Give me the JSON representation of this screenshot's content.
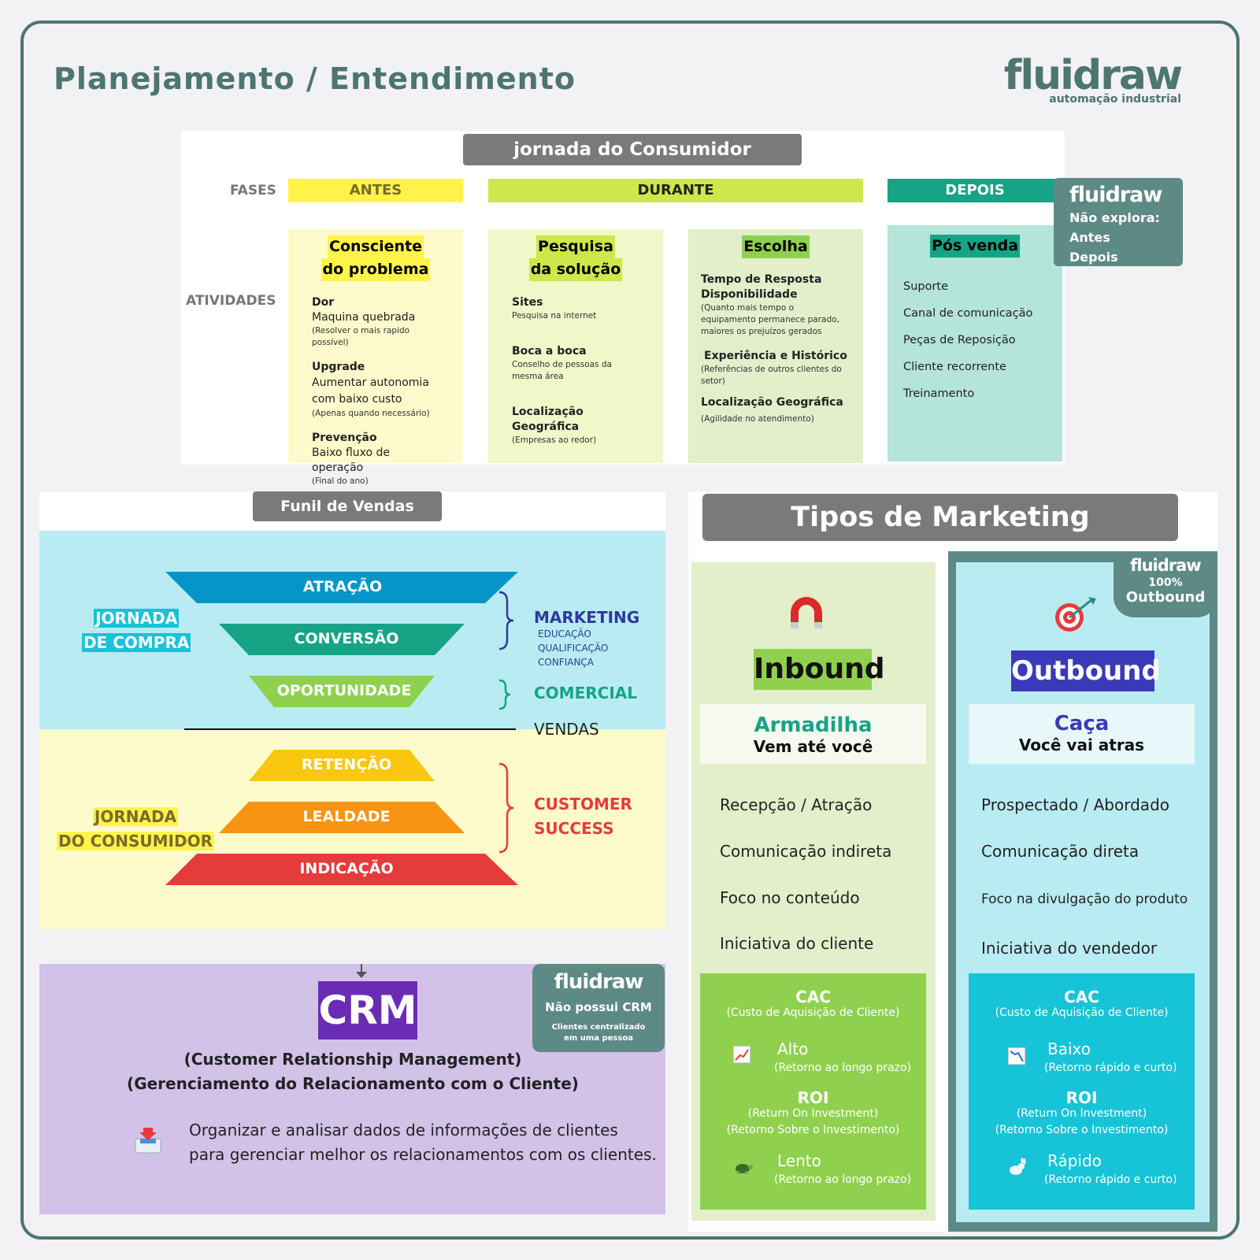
{
  "header": {
    "title": "Planejamento / Entendimento",
    "logo_word": "fluidraw",
    "logo_sub": "automação industrial"
  },
  "journey": {
    "title": "jornada do Consumidor",
    "fases_label": "FASES",
    "atividades_label": "ATIVIDADES",
    "phases": {
      "antes": "ANTES",
      "durante": "DURANTE",
      "depois": "DEPOIS"
    },
    "columns": [
      {
        "title1": "Consciente",
        "title2": "do problema",
        "items": [
          {
            "title": "Dor",
            "body": "Maquina quebrada",
            "note": "(Resolver o mais rapido possível)"
          },
          {
            "title": "Upgrade",
            "body": "Aumentar autonomia com baixo custo",
            "note": "(Apenas quando necessário)"
          },
          {
            "title": "Prevenção",
            "body": "Baixo fluxo de operação",
            "note": "(Final do ano)"
          }
        ]
      },
      {
        "title1": "Pesquisa",
        "title2": "da solução",
        "items": [
          {
            "title": "Sites",
            "body": "",
            "note": "Pesquisa na internet"
          },
          {
            "title": "Boca a boca",
            "body": "",
            "note": "Conselho de pessoas da mesma área"
          },
          {
            "title": "Localização Geográfica",
            "body": "",
            "note": "(Empresas ao redor)"
          }
        ]
      },
      {
        "title1": "Escolha",
        "title2": "",
        "items": [
          {
            "title": "Tempo de Resposta Disponibilidade",
            "body": "",
            "note": "(Quanto mais tempo o equipamento permanece parado, maiores os prejuízos gerados"
          },
          {
            "title": "Experiência e Histórico",
            "body": "",
            "note": "(Referências de outros clientes do setor)"
          },
          {
            "title": "Localização Geográfica",
            "body": "",
            "note": "(Agilidade no atendimento)"
          }
        ]
      },
      {
        "title1": "Pós venda",
        "title2": "",
        "items": [
          {
            "title": "",
            "body": "Suporte",
            "note": ""
          },
          {
            "title": "",
            "body": "Canal de comunicação",
            "note": ""
          },
          {
            "title": "",
            "body": "Peças de Reposição",
            "note": ""
          },
          {
            "title": "",
            "body": "Cliente recorrente",
            "note": ""
          },
          {
            "title": "",
            "body": "Treinamento",
            "note": ""
          }
        ]
      }
    ],
    "fluidraw_note": {
      "logo": "fluidraw",
      "line1": "Não explora:",
      "line2": "Antes",
      "line3": "Depois"
    }
  },
  "funnel": {
    "title": "Funil de Vendas",
    "jornada_compra": [
      "JORNADA",
      "DE COMPRA"
    ],
    "jornada_consumidor": [
      "JORNADA",
      "DO CONSUMIDOR"
    ],
    "stages": [
      "ATRAÇÃO",
      "CONVERSÃO",
      "OPORTUNIDADE",
      "RETENÇÃO",
      "LEALDADE",
      "INDICAÇÃO"
    ],
    "marketing": "MARKETING",
    "marketing_sub": [
      "EDUCAÇÃO",
      "QUALIFICAÇÃO",
      "CONFIANÇA"
    ],
    "comercial": "COMERCIAL",
    "vendas": "VENDAS",
    "customer_success": [
      "CUSTOMER",
      "SUCCESS"
    ]
  },
  "crm": {
    "title": "CRM",
    "subtitle1": "(Customer Relationship Management)",
    "subtitle2": "(Gerenciamento do Relacionamento com o Cliente)",
    "desc1": "Organizar e analisar dados de informações de clientes",
    "desc2": "para gerenciar melhor os relacionamentos com os clientes.",
    "note": {
      "logo": "fluidraw",
      "line1": "Não possui CRM",
      "line2": "Clientes centralizado",
      "line3": "em uma pessoa"
    }
  },
  "marketing": {
    "title": "Tipos de Marketing",
    "inbound": {
      "icon": "magnet-icon",
      "name": "Inbound",
      "tag": "Armadilha",
      "tag_sub": "Vem até você",
      "items": [
        "Recepção / Atração",
        "Comunicação indireta",
        "Foco no conteúdo",
        "Iniciativa do cliente"
      ],
      "cac": "CAC",
      "cac_sub": "(Custo de Aquisição de Cliente)",
      "cac_val": "Alto",
      "cac_note": "(Retorno ao longo prazo)",
      "roi": "ROI",
      "roi_sub1": "(Return On Investment)",
      "roi_sub2": "(Retorno Sobre o Investimento)",
      "roi_val": "Lento",
      "roi_note": "(Retorno ao longo prazo)"
    },
    "outbound": {
      "icon": "target-icon",
      "name": "Outbound",
      "tag": "Caça",
      "tag_sub": "Você vai atras",
      "items": [
        "Prospectado / Abordado",
        "Comunicação direta",
        "Foco na divulgação do produto",
        "Iniciativa do vendedor"
      ],
      "cac": "CAC",
      "cac_sub": "(Custo de Aquisição de Cliente)",
      "cac_val": "Baixo",
      "cac_note": "(Retorno rápido e curto)",
      "roi": "ROI",
      "roi_sub1": "(Return On Investment)",
      "roi_sub2": "(Retorno Sobre o Investimento)",
      "roi_val": "Rápido",
      "roi_note": "(Retorno rápido e curto)"
    },
    "badge": {
      "logo": "fluidraw",
      "line1": "100%",
      "line2": "Outbound"
    }
  },
  "colors": {
    "brand": "#4d7571",
    "yellow": "#fff34a",
    "lime": "#cde84a",
    "teal": "#16a386",
    "cyan_bg": "#b8ecf2",
    "cream_bg": "#fdfbcc",
    "purple": "#6a2cb4",
    "blue_tag": "#3a3ab8"
  }
}
